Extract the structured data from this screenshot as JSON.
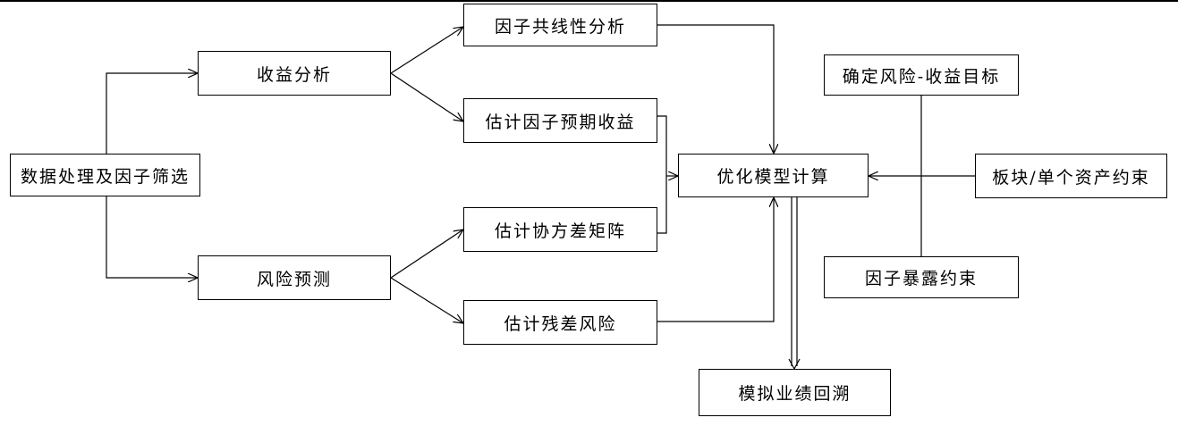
{
  "nodes": {
    "data_processing": "数据处理及因子筛选",
    "return_analysis": "收益分析",
    "risk_forecast": "风险预测",
    "factor_collinearity": "因子共线性分析",
    "expected_factor_return": "估计因子预期收益",
    "covariance_matrix": "估计协方差矩阵",
    "residual_risk": "估计残差风险",
    "optimization": "优化模型计算",
    "risk_return_target": "确定风险-收益目标",
    "sector_asset_constraint": "板块/单个资产约束",
    "factor_exposure_constraint": "因子暴露约束",
    "backtest": "模拟业绩回溯"
  }
}
